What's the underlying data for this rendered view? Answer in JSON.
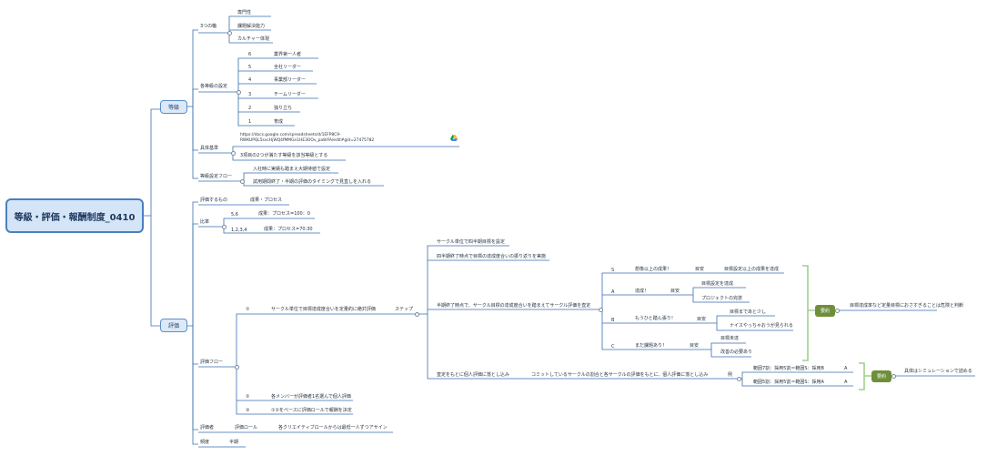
{
  "root": {
    "label": "等級・評価・報酬制度_0410"
  },
  "grade": {
    "label": "等級",
    "axes": {
      "label": "3つの軸",
      "items": [
        "専門性",
        "課題解決能力",
        "カルチャー体現"
      ]
    },
    "level_defs": {
      "label": "各等級の設定",
      "items": [
        {
          "num": "6",
          "name": "業界第一人者"
        },
        {
          "num": "5",
          "name": "全社リーダー"
        },
        {
          "num": "4",
          "name": "事業部リーダー"
        },
        {
          "num": "3",
          "name": "チームリーダー"
        },
        {
          "num": "2",
          "name": "独り立ち"
        },
        {
          "num": "1",
          "name": "育成"
        }
      ]
    },
    "criteria": {
      "label": "具体基準",
      "url": "https://docs.google.com/spreadsheets/d/1EFP8C9-RWKUPQL5svcHjWQ4fMMGn1HE3OOv_pa8rFA/edit#gid=27475782",
      "rule": "3項目の2つが満たす等級を該当等級とする"
    },
    "flow": {
      "label": "等級設定フロー",
      "items": [
        "入社時に実績も踏まえ大期待値で設定",
        "試用期間終了・半期の評価のタイミングで見直しを入れる"
      ]
    }
  },
  "evaluation": {
    "label": "評価",
    "targets": {
      "label": "評価するもの",
      "value": "成果・プロセス"
    },
    "ratio": {
      "label": "比率",
      "rows": [
        {
          "grades": "5,6",
          "value": "成果：プロセス=100：0"
        },
        {
          "grades": "1,2,3,4",
          "value": "成果：プロセス=70:30"
        }
      ]
    },
    "flow": {
      "label": "評価フロー",
      "step1": {
        "num": "①",
        "text": "サークル単位で目標達成度合いを定量的に絶対評価",
        "steps_label": "ステップ",
        "steps": [
          "サークル単位で四半期目標を設定",
          "四半期終了時点で目標の達成度合いの振り返りを実施",
          "半期終了時点で、サークル目標の達成度合いを踏まえてサークル評価を査定"
        ],
        "grades": [
          {
            "letter": "S",
            "text": "想像以上の成果！",
            "guide_label": "目安",
            "guides": [
              "目標設定以上の成果を達成"
            ]
          },
          {
            "letter": "A",
            "text": "達成！",
            "guide_label": "目安",
            "guides": [
              "目標設定を達成",
              "プロジェクトの完遂"
            ]
          },
          {
            "letter": "B",
            "text": "もうひと踏ん張り！",
            "guide_label": "目安",
            "guides": [
              "目標まであと少し",
              "ナイスやっちゃおうが見られる"
            ]
          },
          {
            "letter": "C",
            "text": "まだ課題あり！",
            "guide_label": "目安",
            "guides": [
              "目標未達",
              "改善の必要あり"
            ]
          }
        ],
        "summary1": {
          "label": "要約",
          "text": "目標達成率など定量目標におさすぎることは危険と判断"
        },
        "individual": {
          "label": "査定をもとに個人評価に落とし込み",
          "desc": "コミットしているサークルの割合と各サークルの評価をもとに、個人評価に落とし込み",
          "example_label": "例",
          "examples": [
            {
              "text": "範囲7割：採用5割＝範囲S：採用B",
              "result": "A"
            },
            {
              "text": "範囲5割：採用5割＝範囲S：採用A",
              "result": "A"
            }
          ]
        },
        "summary2": {
          "label": "要約",
          "text": "具体はシミュレーションで詰める"
        }
      },
      "step2": {
        "num": "②",
        "text": "各メンバーが評価者1名選んで個人評価"
      },
      "step3": {
        "num": "③",
        "text": "①②をベースに評価ロールで報酬を決定"
      }
    },
    "evaluator": {
      "label": "評価者",
      "role_label": "評価ロール",
      "value": "各クリエイティブロールからは最低一人ずつアサイン"
    },
    "frequency": {
      "label": "頻度",
      "value": "半期"
    }
  },
  "colors": {
    "line": "#3a6fb0",
    "accent_green": "#6e8f3a",
    "bracket": "#9fd08a",
    "node_fill": "#dbe9f8"
  }
}
